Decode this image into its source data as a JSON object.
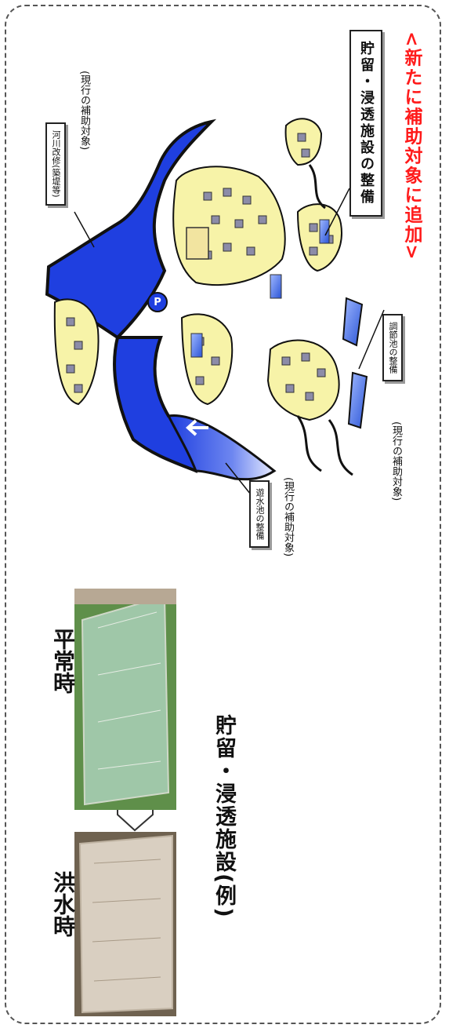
{
  "title": "<新たに補助対象に追加>",
  "main_facility_label": "貯留・浸透施設の整備",
  "labels": {
    "regulating_pond": "調節池の整備",
    "retarding_basin": "遊水池の整備",
    "river_improvement": "河川改修(築堤等)"
  },
  "current_subsidy_note": "(現行の補助対象)",
  "parking_sign": "P",
  "caption": "貯留・浸透施設(例)",
  "photo_normal_label": "平常時",
  "photo_flood_label": "洪水時",
  "colors": {
    "river": "#1f3fe0",
    "residential": "#f7f3a8",
    "accent_red": "#ff1a1a",
    "pond": "#2c55d6"
  }
}
